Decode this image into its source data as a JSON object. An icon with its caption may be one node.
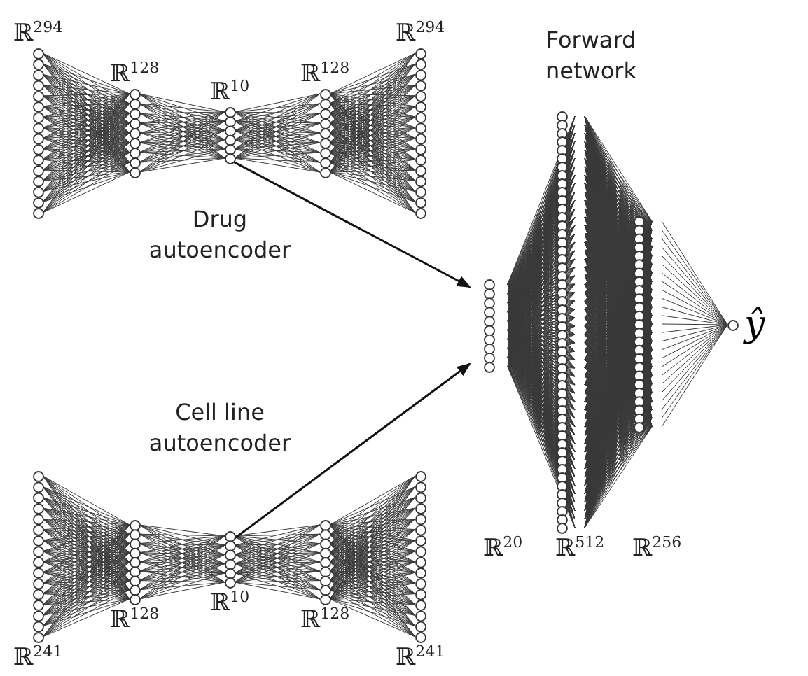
{
  "diagram": {
    "nodes": [
      {
        "text": [
          "ℝ$^{294}$"
        ]
      },
      {
        "text": [
          "ℝ$^{128}$"
        ]
      },
      {
        "text": [
          "ℝ$^{10}$"
        ]
      },
      {
        "text": [
          "ℝ$^{128}$"
        ]
      },
      {
        "text": [
          "ℝ$^{294}$"
        ]
      },
      {
        "text": [
          "ℝ$^{241}$"
        ]
      },
      {
        "text": [
          "ℝ$^{128}$"
        ]
      },
      {
        "text": [
          "ℝ$^{10}$"
        ]
      },
      {
        "text": [
          "ℝ$^{128}$"
        ]
      },
      {
        "text": [
          "ℝ$^{241}$"
        ]
      },
      {
        "text": [
          "ℝ$^{20}$"
        ]
      },
      {
        "text": [
          "ℝ$^{512}$"
        ]
      },
      {
        "text": [
          "ℝ$^{256}$"
        ]
      },
      {
        "text": [
          "ŷ"
        ]
      }
    ],
    "edges": [
      {
        "from": 0,
        "to": 1,
        "arrow": "none"
      },
      {
        "from": 1,
        "to": 2,
        "arrow": "none"
      },
      {
        "from": 2,
        "to": 3,
        "arrow": "none"
      },
      {
        "from": 3,
        "to": 4,
        "arrow": "none"
      },
      {
        "from": 5,
        "to": 6,
        "arrow": "none"
      },
      {
        "from": 6,
        "to": 7,
        "arrow": "none"
      },
      {
        "from": 7,
        "to": 8,
        "arrow": "none"
      },
      {
        "from": 8,
        "to": 9,
        "arrow": "none"
      },
      {
        "from": 2,
        "to": 10,
        "arrow": "to"
      },
      {
        "from": 7,
        "to": 10,
        "arrow": "to"
      },
      {
        "from": 10,
        "to": 11,
        "arrow": "none"
      },
      {
        "from": 11,
        "to": 12,
        "arrow": "none"
      },
      {
        "from": 12,
        "to": 13,
        "arrow": "none"
      }
    ],
    "labels": [
      "Forward network",
      "Drug autoencoder",
      "Cell line autoencoder"
    ]
  }
}
